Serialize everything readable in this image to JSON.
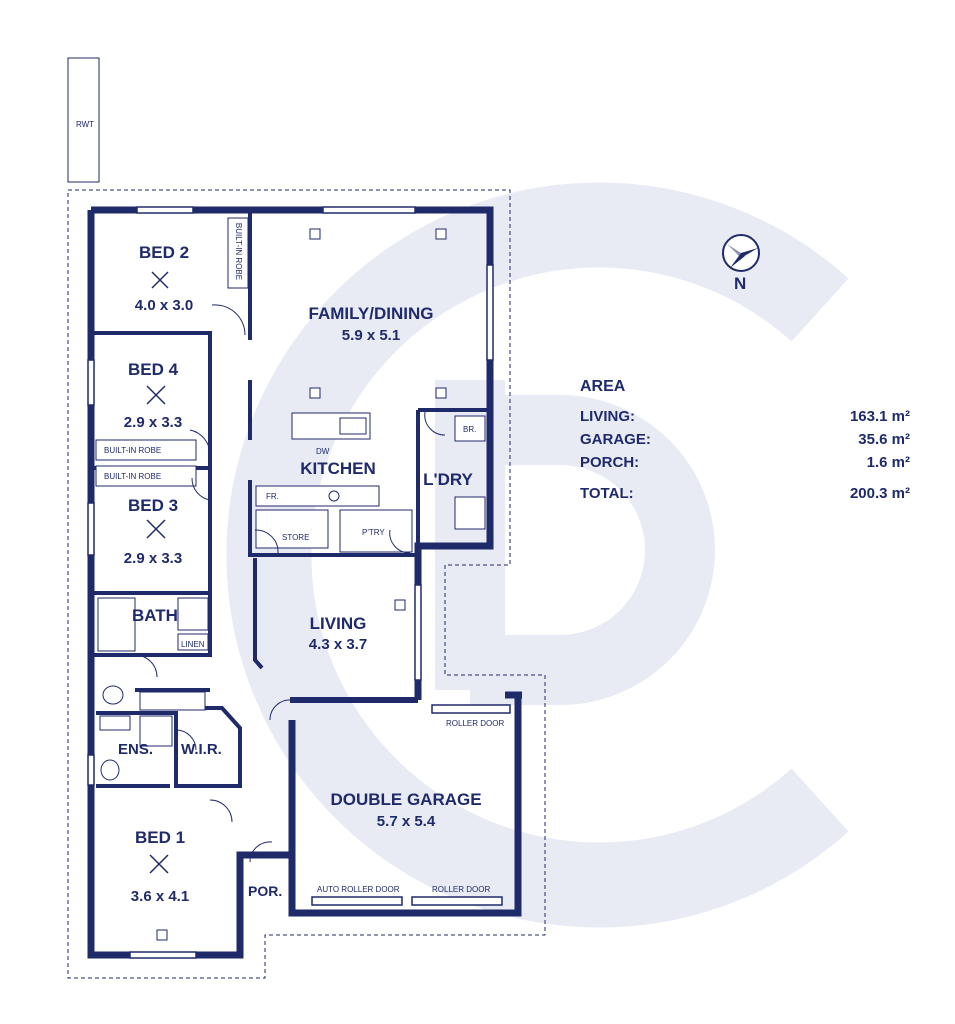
{
  "north": "N",
  "rwt": "RWT",
  "rooms": {
    "bed2": {
      "name": "BED 2",
      "size": "4.0 x 3.0"
    },
    "bed4": {
      "name": "BED 4",
      "size": "2.9 x 3.3"
    },
    "bed3": {
      "name": "BED 3",
      "size": "2.9 x 3.3"
    },
    "bed1": {
      "name": "BED 1",
      "size": "3.6 x 4.1"
    },
    "family": {
      "name": "FAMILY/DINING",
      "size": "5.9 x 5.1"
    },
    "kitchen": {
      "name": "KITCHEN"
    },
    "laundry": {
      "name": "L'DRY"
    },
    "living": {
      "name": "LIVING",
      "size": "4.3 x 3.7"
    },
    "garage": {
      "name": "DOUBLE GARAGE",
      "size": "5.7 x 5.4"
    },
    "bath": {
      "name": "BATH"
    },
    "ens": {
      "name": "ENS."
    },
    "wir": {
      "name": "W.I.R."
    },
    "por": {
      "name": "POR."
    }
  },
  "fixtures": {
    "builtin_robe": "BUILT-IN ROBE",
    "dw": "DW",
    "fr": "FR.",
    "store": "STORE",
    "pantry": "P'TRY",
    "br": "BR.",
    "linen": "LINEN",
    "roller_door": "ROLLER DOOR",
    "auto_roller_door": "AUTO ROLLER DOOR"
  },
  "area": {
    "title": "AREA",
    "rows": [
      {
        "label": "LIVING:",
        "value": "163.1 m²"
      },
      {
        "label": "GARAGE:",
        "value": "35.6 m²"
      },
      {
        "label": "PORCH:",
        "value": "1.6 m²"
      }
    ],
    "total": {
      "label": "TOTAL:",
      "value": "200.3 m²"
    }
  },
  "colors": {
    "wall": "#1f2a6b",
    "watermark": "#e8ebf4"
  }
}
